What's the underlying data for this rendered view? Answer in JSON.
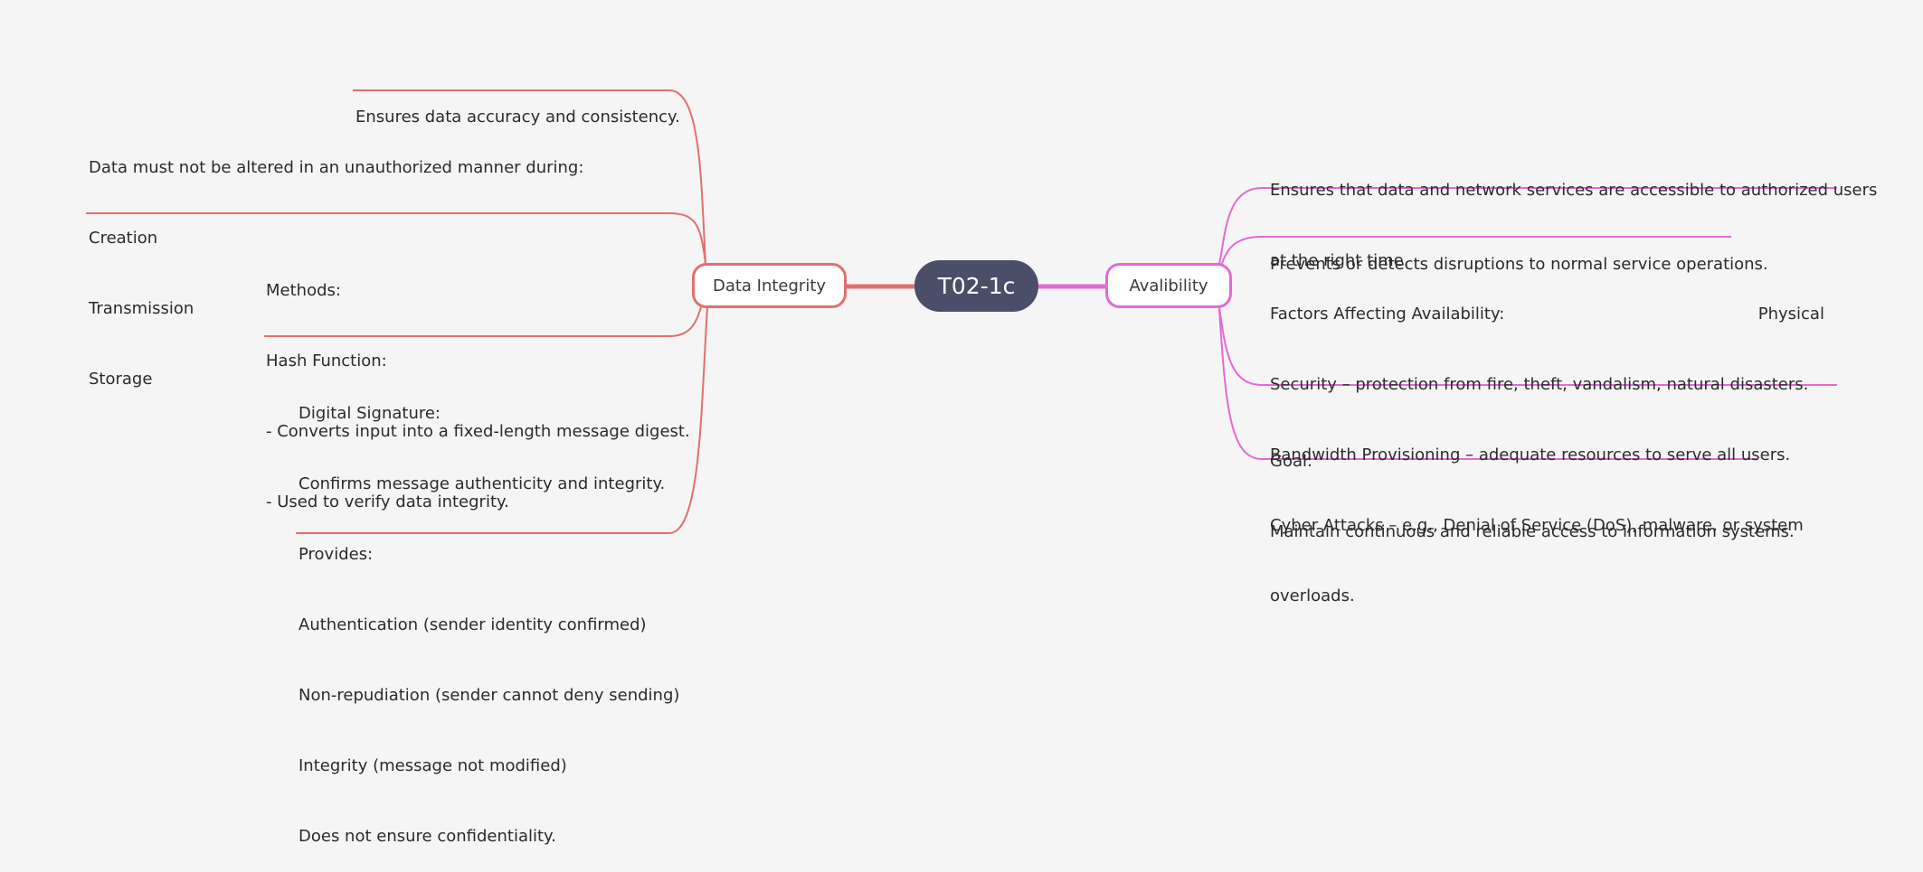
{
  "root": {
    "label": "T02-1c"
  },
  "branches": [
    {
      "label": "Data Integrity",
      "color": "#e07070",
      "leaves": [
        {
          "lines": [
            "Ensures data accuracy and consistency."
          ]
        },
        {
          "lines": [
            "Data must not be altered in an unauthorized manner during:",
            "Creation",
            "Transmission",
            "Storage"
          ]
        },
        {
          "lines": [
            "Methods:",
            "Hash Function:",
            "- Converts input into a fixed-length message digest.",
            "- Used to verify data integrity."
          ]
        },
        {
          "lines": [
            "Digital Signature:",
            "Confirms message authenticity and integrity.",
            "Provides:",
            "Authentication (sender identity confirmed)",
            "Non-repudiation (sender cannot deny sending)",
            "Integrity (message not modified)",
            "Does not ensure confidentiality."
          ]
        }
      ]
    },
    {
      "label": "Avalibility",
      "color": "#e36ad6",
      "leaves": [
        {
          "lines": [
            "Ensures that data and network services are accessible to authorized users",
            "at the right time."
          ]
        },
        {
          "lines": [
            "Prevents or detects disruptions to normal service operations."
          ]
        },
        {
          "lines": [
            "Factors Affecting Availability:                                                 Physical",
            "Security – protection from fire, theft, vandalism, natural disasters.",
            "Bandwidth Provisioning – adequate resources to serve all users.",
            "Cyber Attacks – e.g., Denial of Service (DoS), malware, or system",
            "overloads."
          ]
        },
        {
          "lines": [
            "Goal:",
            "Maintain continuous and reliable access to information systems."
          ]
        }
      ]
    }
  ]
}
